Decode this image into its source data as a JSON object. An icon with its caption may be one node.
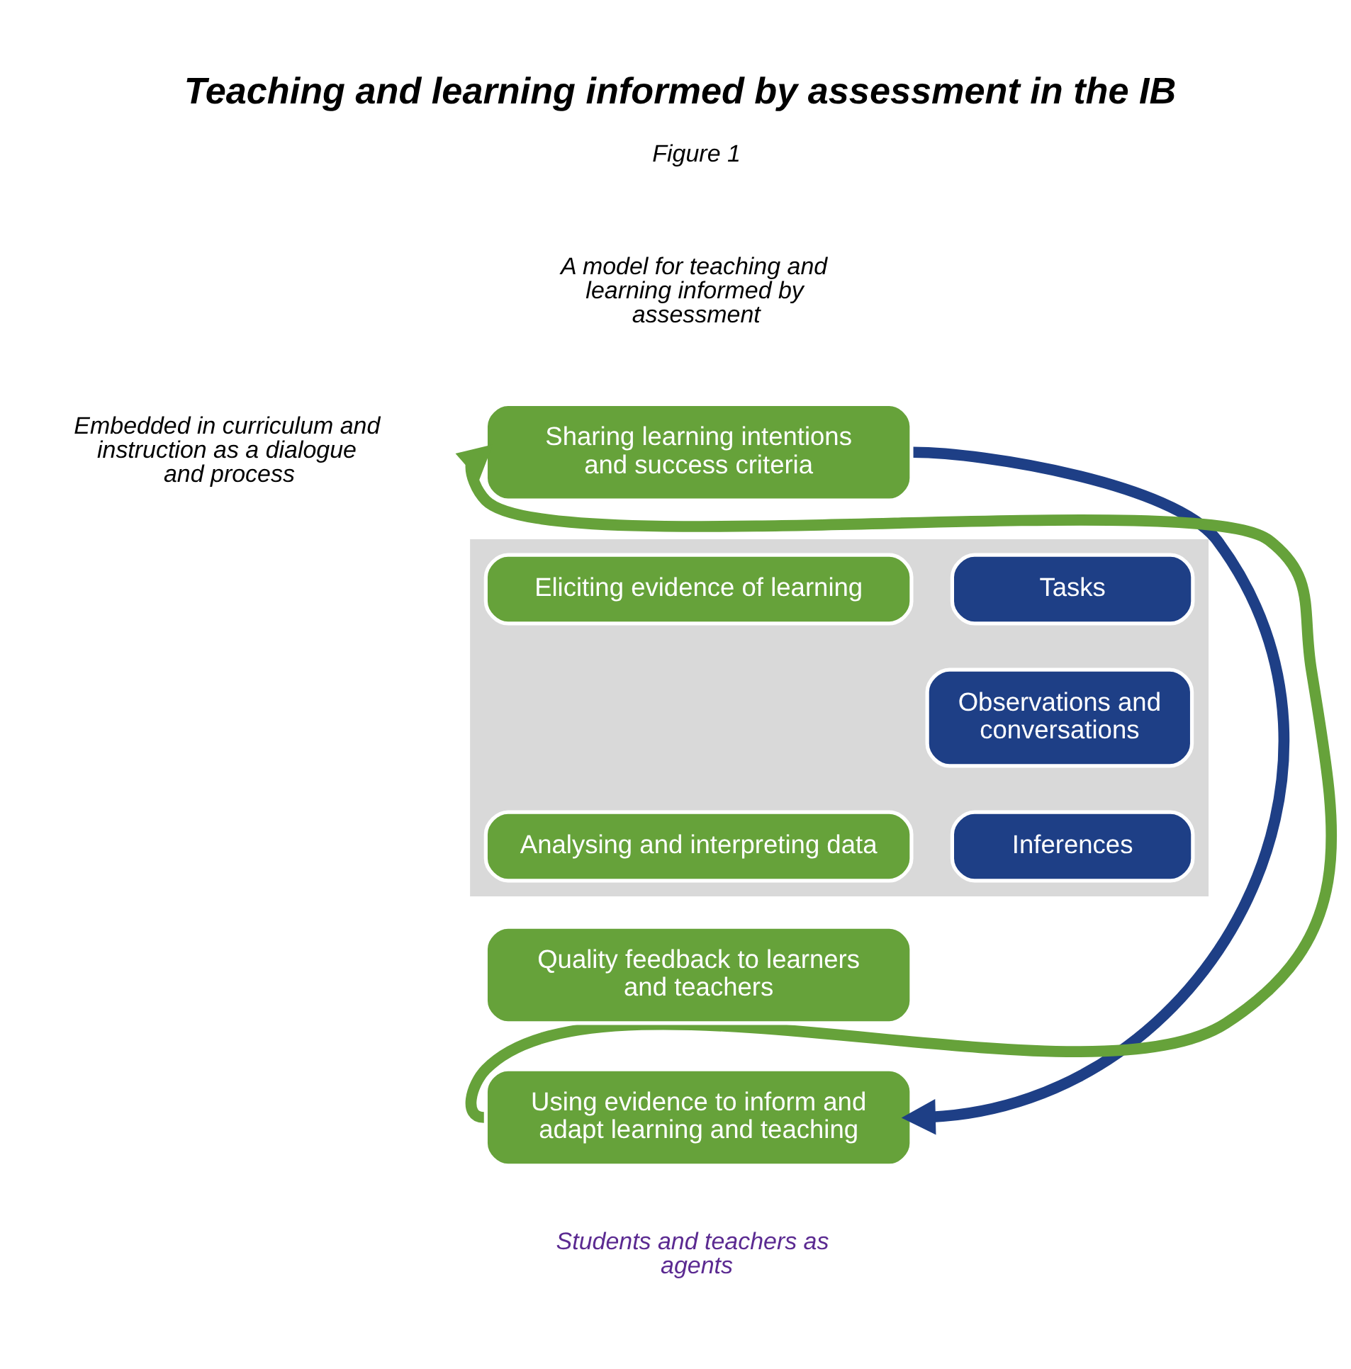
{
  "diagram": {
    "title": "Teaching and learning informed by assessment in the IB",
    "nodes": [
      {
        "text": [
          "Sharing learning intentions and success criteria"
        ]
      },
      {
        "text": [],
        "shape": "box"
      },
      {
        "text": [
          "Eliciting evidence of learning"
        ],
        "in": 1
      },
      {
        "text": [
          "Analysing and interpreting data"
        ],
        "in": 1
      },
      {
        "text": [
          "Tasks"
        ],
        "in": 1
      },
      {
        "text": [
          "Observations and conversations"
        ],
        "in": 1
      },
      {
        "text": [
          "Inferences"
        ],
        "in": 1
      },
      {
        "text": [
          "Quality feedback to learners and teachers"
        ]
      },
      {
        "text": [
          "Using evidence to inform and adapt learning and teaching"
        ]
      }
    ],
    "edges": [
      {
        "from": 0,
        "to": 8,
        "arrow": "to",
        "color": "#1e3f86"
      },
      {
        "from": 8,
        "to": 0,
        "arrow": "to",
        "color": "#66a23a"
      }
    ],
    "labels": [
      "Figure 1",
      "A model for teaching and learning informed by assessment",
      "Embedded in curriculum and instruction as a dialogue and process",
      "Students and teachers as agents"
    ]
  }
}
